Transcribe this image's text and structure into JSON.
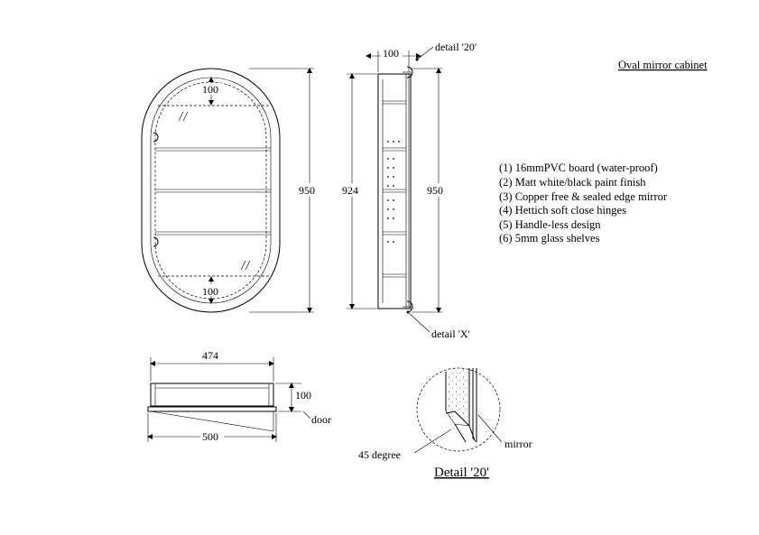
{
  "title": "Oval mirror cabinet",
  "features": [
    "(1) 16mmPVC board (water-proof)",
    "(2) Matt white/black paint finish",
    "(3) Copper free & sealed edge mirror",
    "(4) Hettich soft close hinges",
    "(5) Handle-less design",
    "(6) 5mm glass shelves"
  ],
  "front_view": {
    "top_inset": "100",
    "bottom_inset": "100",
    "height": "950"
  },
  "side_view": {
    "depth": "100",
    "inner_height": "924",
    "outer_height": "950",
    "detail_top": "detail '20'",
    "detail_bottom": "detail 'X'"
  },
  "plan_view": {
    "inner_width": "474",
    "outer_width": "500",
    "depth": "100",
    "door_label": "door"
  },
  "detail": {
    "title": "Detail '20'",
    "angle_label": "45 degree",
    "mirror_label": "mirror"
  }
}
